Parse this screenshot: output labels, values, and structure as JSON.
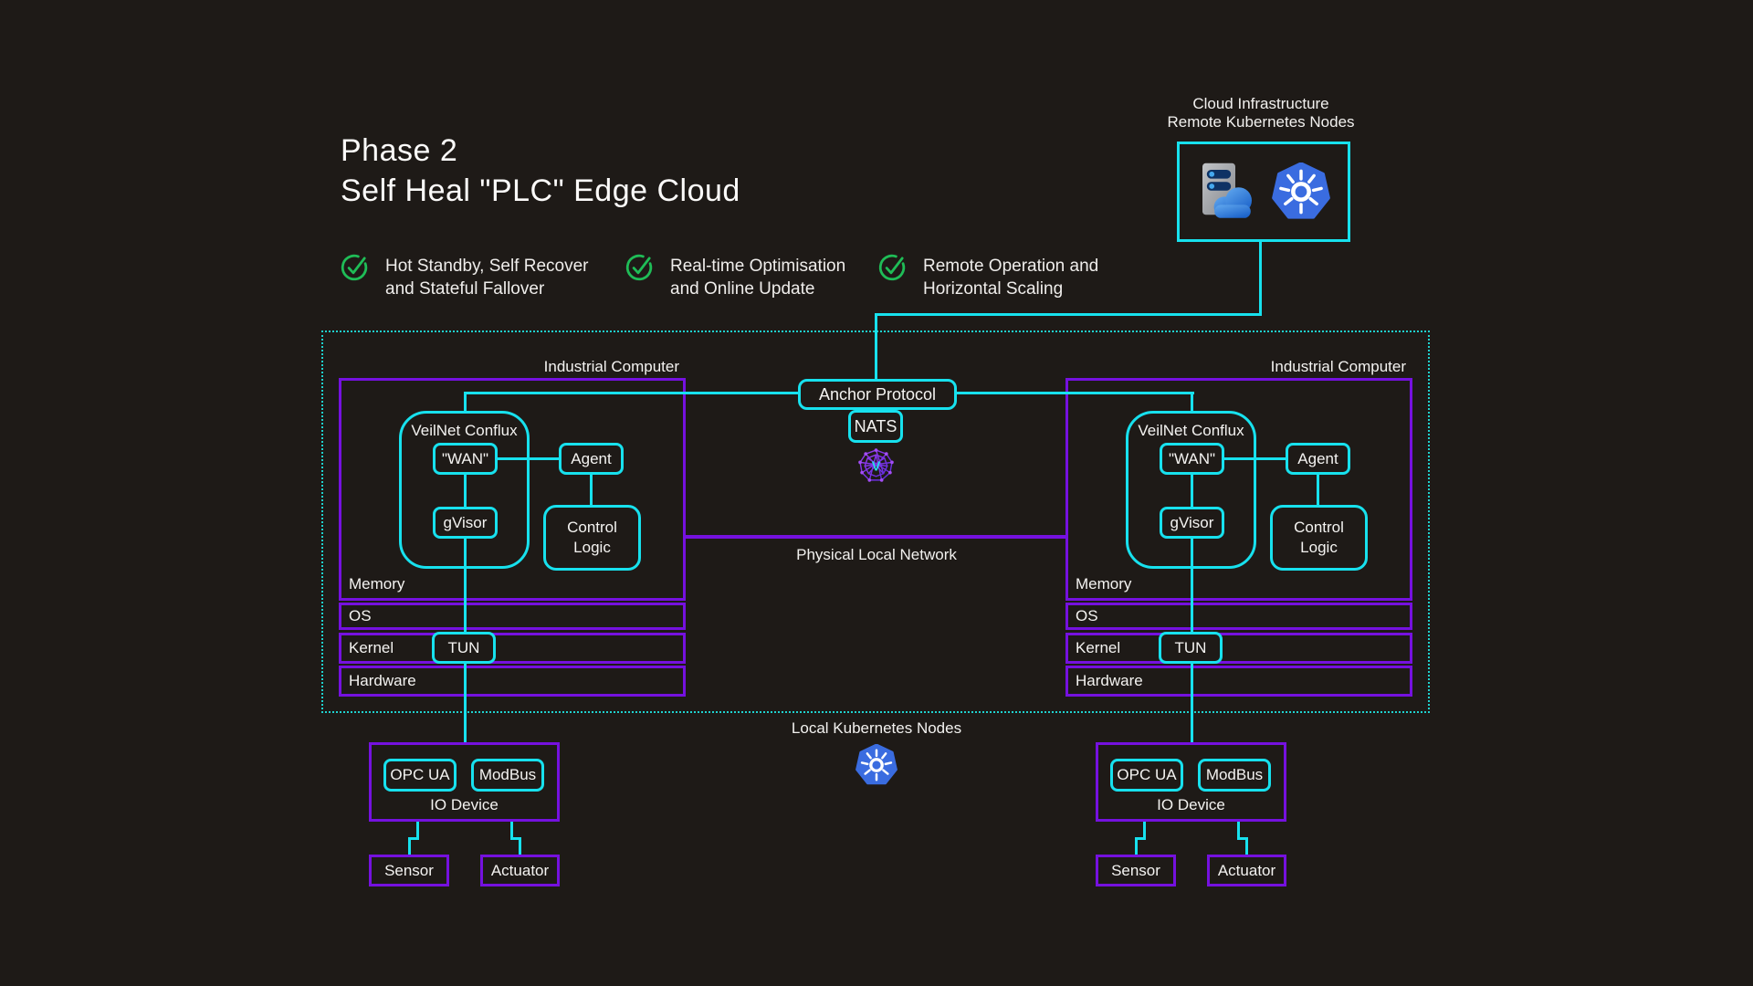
{
  "header": {
    "title_line1": "Phase 2",
    "title_line2": "Self Heal \"PLC\" Edge Cloud"
  },
  "features": [
    {
      "line1": "Hot Standby, Self Recover",
      "line2": "and Stateful Fallover"
    },
    {
      "line1": "Real-time Optimisation",
      "line2": "and Online Update"
    },
    {
      "line1": "Remote Operation and",
      "line2": "Horizontal Scaling"
    }
  ],
  "cloud": {
    "label_line1": "Cloud Infrastructure",
    "label_line2": "Remote Kubernetes Nodes"
  },
  "center": {
    "anchor": "Anchor Protocol",
    "nats": "NATS",
    "physical_network": "Physical Local Network",
    "local_k8s": "Local Kubernetes Nodes"
  },
  "computer": {
    "title": "Industrial Computer",
    "veilnet": "VeilNet Conflux",
    "wan": "\"WAN\"",
    "gvisor": "gVisor",
    "agent": "Agent",
    "control_line1": "Control",
    "control_line2": "Logic",
    "tun": "TUN",
    "layers": {
      "memory": "Memory",
      "os": "OS",
      "kernel": "Kernel",
      "hardware": "Hardware"
    },
    "io": {
      "opcua": "OPC UA",
      "modbus": "ModBus",
      "label": "IO Device",
      "sensor": "Sensor",
      "actuator": "Actuator"
    }
  },
  "colors": {
    "cyan": "#17e1ee",
    "purple": "#7511df",
    "green": "#1fbd57",
    "background": "#1e1a17",
    "kubernetes_blue": "#3a6ce0",
    "dotted_teal": "#1fd2cf"
  }
}
